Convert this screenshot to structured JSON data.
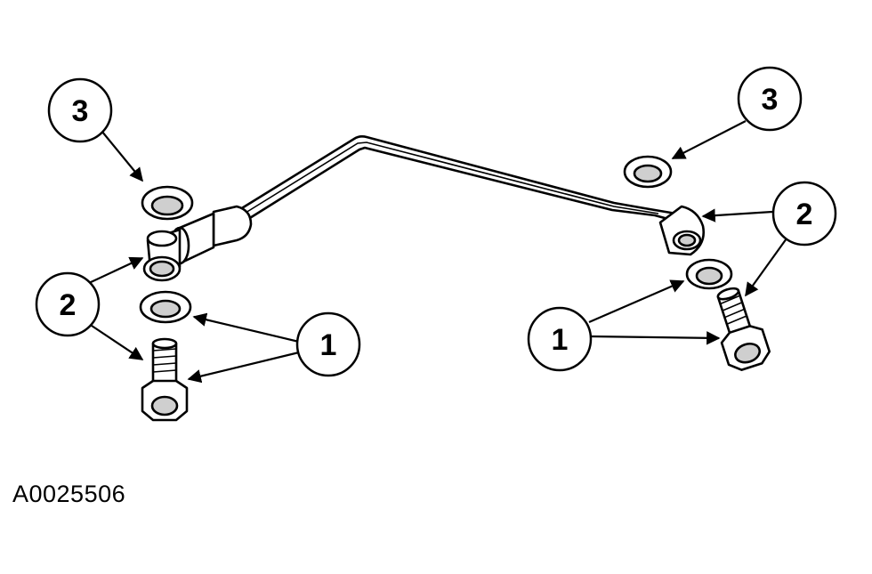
{
  "figure": {
    "id_label": "A0025506"
  },
  "callouts": {
    "left_3": "3",
    "left_2": "2",
    "left_1": "1",
    "right_3": "3",
    "right_2": "2",
    "right_1": "1"
  },
  "colors": {
    "line": "#000000",
    "fill": "#ffffff",
    "shade": "#cfcfcf"
  }
}
